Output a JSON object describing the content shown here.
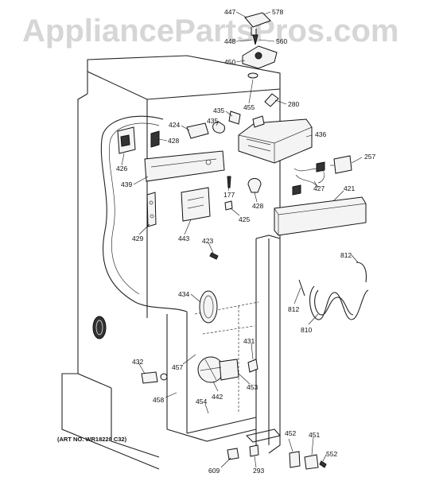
{
  "watermark": "AppliancePartsPros.com",
  "art_number": "(ART NO. WR18228 C32)",
  "part_numbers": {
    "p447": "447",
    "p578": "578",
    "p448": "448",
    "p560": "560",
    "p450": "450",
    "p455": "455",
    "p280": "280",
    "p435a": "435",
    "p435b": "435",
    "p424": "424",
    "p428a": "428",
    "p436": "436",
    "p426": "426",
    "p439": "439",
    "p177": "177",
    "p428b": "428",
    "p257": "257",
    "p427": "427",
    "p421": "421",
    "p425": "425",
    "p429": "429",
    "p443": "443",
    "p423": "423",
    "p812a": "812",
    "p812b": "812",
    "p434": "434",
    "p810": "810",
    "p431": "431",
    "p432": "432",
    "p457": "457",
    "p442": "442",
    "p453": "453",
    "p458": "458",
    "p454": "454",
    "p452": "452",
    "p451": "451",
    "p552": "552",
    "p609": "609",
    "p293": "293"
  }
}
